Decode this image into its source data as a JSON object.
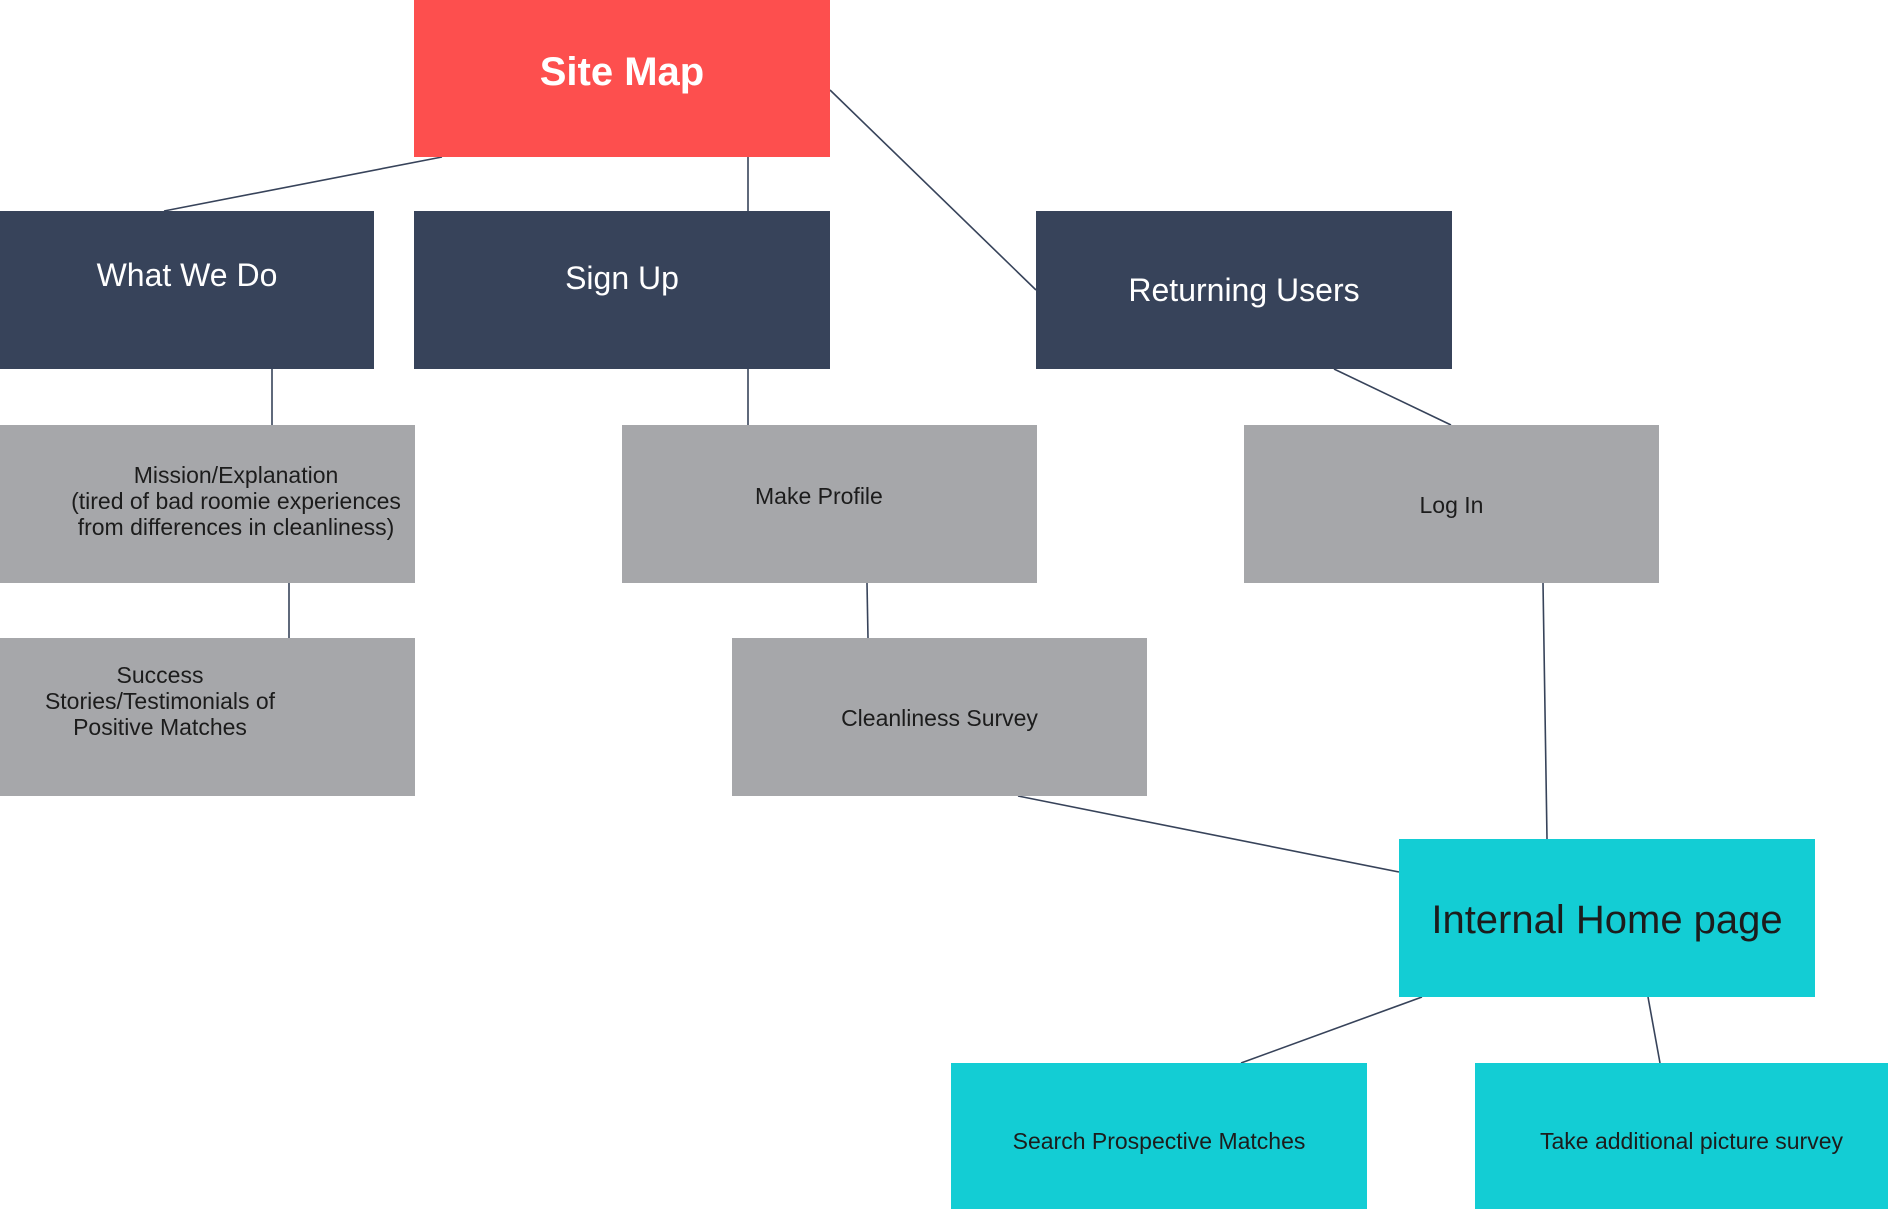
{
  "diagram": {
    "nodes": {
      "root": {
        "label": "Site Map"
      },
      "what_we_do": {
        "label": "What We Do"
      },
      "sign_up": {
        "label": "Sign Up"
      },
      "returning_users": {
        "label": "Returning Users"
      },
      "mission": {
        "label": "Mission/Explanation\n(tired of bad roomie experiences\nfrom differences in cleanliness)"
      },
      "success": {
        "label": "Success\nStories/Testimonials of\nPositive Matches"
      },
      "make_profile": {
        "label": "Make Profile"
      },
      "log_in": {
        "label": "Log In"
      },
      "cleanliness_survey": {
        "label": "Cleanliness Survey"
      },
      "internal_home": {
        "label": "Internal Home page"
      },
      "search_matches": {
        "label": "Search Prospective Matches"
      },
      "picture_survey": {
        "label": "Take additional picture survey"
      }
    },
    "edges": [
      {
        "from": "root",
        "to": "what_we_do"
      },
      {
        "from": "root",
        "to": "sign_up"
      },
      {
        "from": "root",
        "to": "returning_users"
      },
      {
        "from": "what_we_do",
        "to": "mission"
      },
      {
        "from": "mission",
        "to": "success"
      },
      {
        "from": "sign_up",
        "to": "make_profile"
      },
      {
        "from": "make_profile",
        "to": "cleanliness_survey"
      },
      {
        "from": "returning_users",
        "to": "log_in"
      },
      {
        "from": "log_in",
        "to": "internal_home"
      },
      {
        "from": "cleanliness_survey",
        "to": "internal_home"
      },
      {
        "from": "internal_home",
        "to": "search_matches"
      },
      {
        "from": "internal_home",
        "to": "picture_survey"
      }
    ],
    "colors": {
      "root": "#fd4f4e",
      "section": "#37435a",
      "page": "#a6a7aa",
      "internal": "#13cdd4",
      "connector": "#37435a"
    }
  }
}
